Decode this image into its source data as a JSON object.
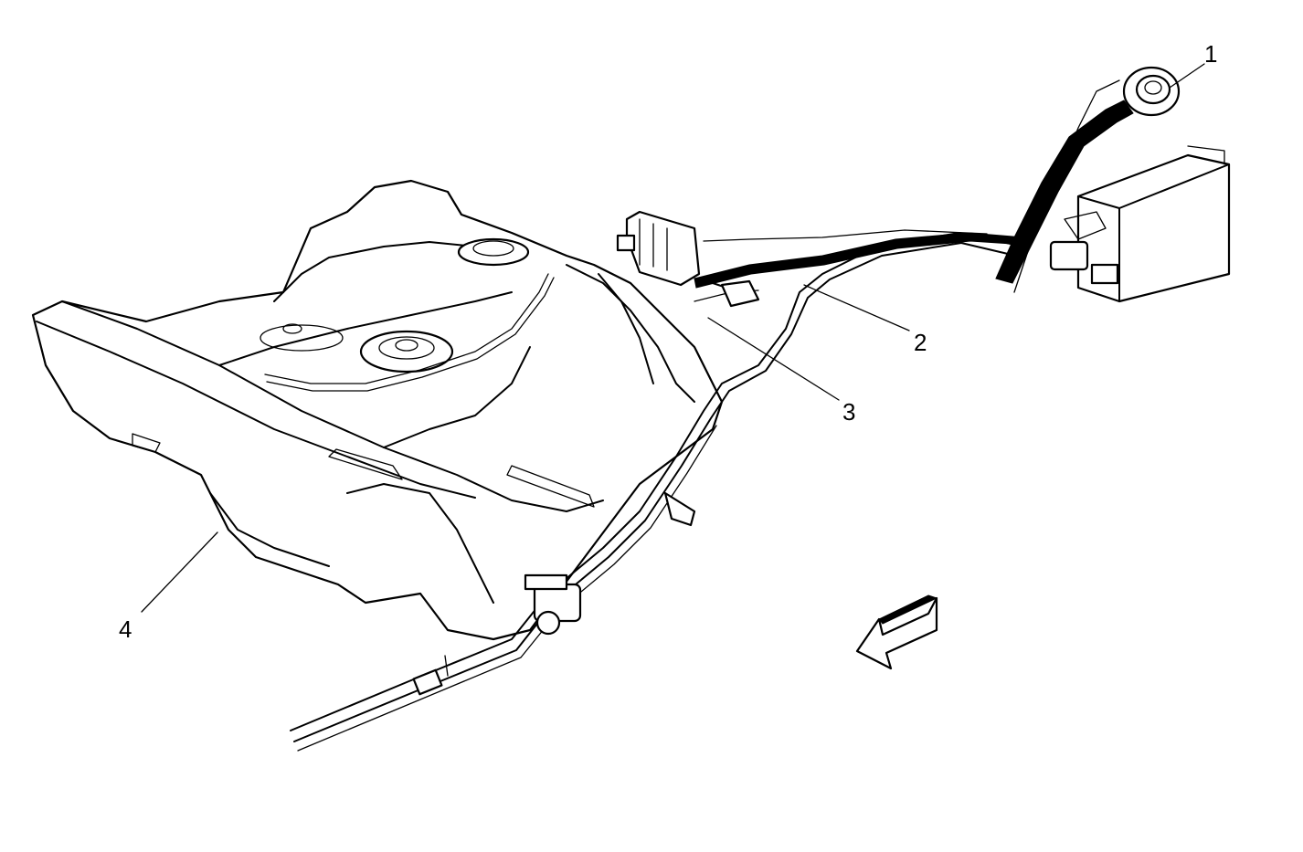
{
  "callouts": [
    {
      "label": "1"
    },
    {
      "label": "2"
    },
    {
      "label": "3"
    },
    {
      "label": "4"
    }
  ],
  "colors": {
    "line": "#000000",
    "background": "#ffffff"
  },
  "icons": [
    "direction-arrow-icon"
  ]
}
